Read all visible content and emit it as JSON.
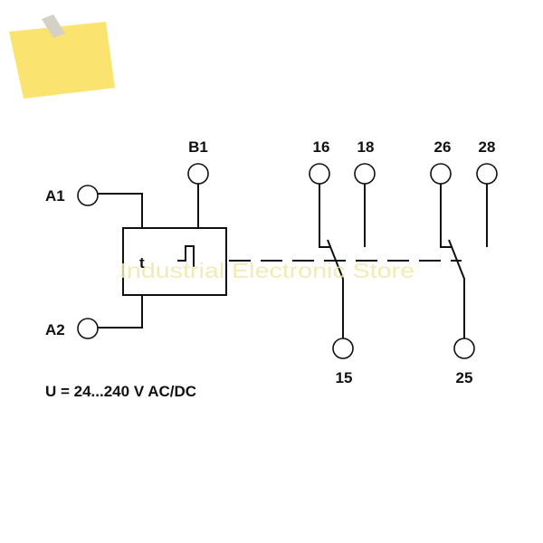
{
  "colors": {
    "note": "#fbe36f",
    "note_tape": "#d5d1c4",
    "line": "#111111",
    "watermark": "#efe9a6"
  },
  "terminals": {
    "a1": "A1",
    "a2": "A2",
    "b1": "B1",
    "t16": "16",
    "t18": "18",
    "t26": "26",
    "t28": "28",
    "t15": "15",
    "t25": "25"
  },
  "timer": {
    "symbol": "t"
  },
  "supply": {
    "voltage_text": "U = 24...240 V AC/DC"
  },
  "watermark": {
    "text": "Industrial Electronic Store"
  }
}
